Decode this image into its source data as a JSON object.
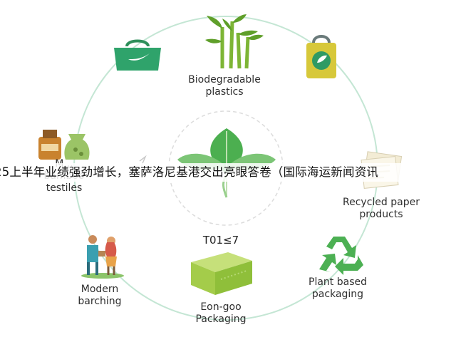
{
  "diagram": {
    "nodes": [
      {
        "id": "biodegradable",
        "lines": [
          "Biodegradable",
          "plastics"
        ],
        "icon": "bamboo-icon"
      },
      {
        "id": "recycled-paper",
        "lines": [
          "Recycled paper",
          "products"
        ],
        "icon": "paper-stack-icon"
      },
      {
        "id": "plant-based",
        "lines": [
          "Plant based",
          "packaging"
        ],
        "icon": "recycle-icon"
      },
      {
        "id": "eon-goo",
        "lines": [
          "Eon-goo",
          "Packaging"
        ],
        "icon": "green-box-icon"
      },
      {
        "id": "modern-barching",
        "lines": [
          "Modern",
          "barching"
        ],
        "icon": "people-icon"
      },
      {
        "id": "bamboo-textiles",
        "lines": [
          "M...",
          "bamboo",
          "testiles"
        ],
        "icon": "jars-icon"
      }
    ],
    "extra_icons": [
      "shopping-bag-icon",
      "eco-tag-icon"
    ],
    "center_icon": "leaf-icon",
    "center_code": "T01≤7",
    "ring_color": "#b8e0cc",
    "accent_green": "#3daa5c"
  },
  "banner_text": "25上半年业绩强劲增长，塞萨洛尼基港交出亮眼答卷（国际海运新闻资讯"
}
